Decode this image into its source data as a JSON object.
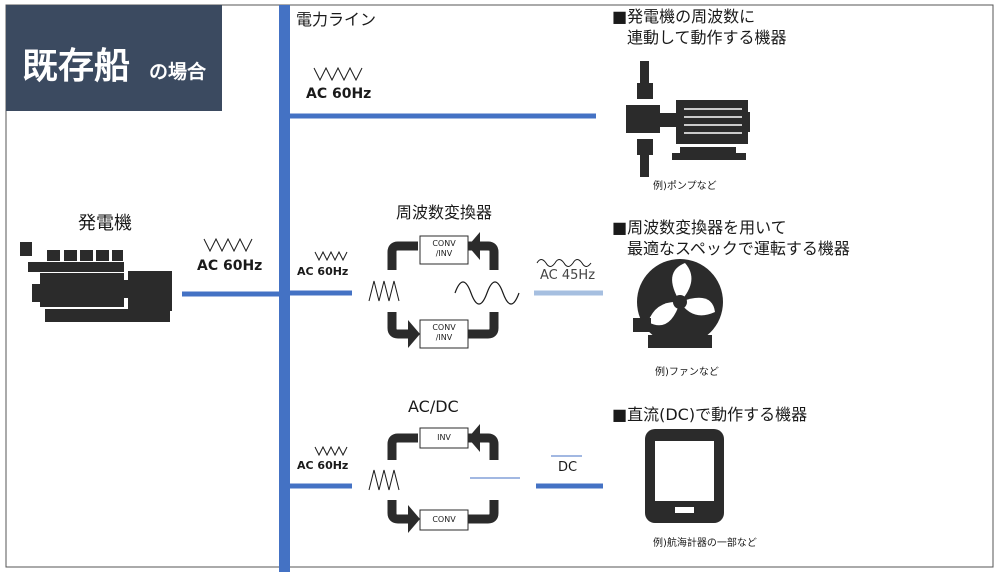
{
  "title": {
    "main": "既存船",
    "sub": "の場合"
  },
  "power_line_label": "電力ライン",
  "generator": {
    "label": "発電機",
    "output": "AC 60Hz"
  },
  "row1": {
    "input": "AC 60Hz",
    "heading": [
      "■発電機の周波数に",
      "連動して動作する機器"
    ],
    "example": "例)ポンプなど"
  },
  "row2": {
    "input": "AC 60Hz",
    "converter_label": "周波数変換器",
    "box_top": [
      "CONV",
      "/INV"
    ],
    "box_bottom": [
      "CONV",
      "/INV"
    ],
    "output": "AC 45Hz",
    "heading": [
      "■周波数変換器を用いて",
      "最適なスペックで運転する機器"
    ],
    "example": "例)ファンなど"
  },
  "row3": {
    "input": "AC 60Hz",
    "converter_label": "AC/DC",
    "box_top": "INV",
    "box_bottom": "CONV",
    "output": "DC",
    "heading": "■直流(DC)で動作する機器",
    "example": "例)航海計器の一部など"
  },
  "colors": {
    "bus": "#4472c4",
    "output_45hz": "#a6bfe0",
    "title_bg": "#3b4a60",
    "dark": "#2b2b2b"
  }
}
